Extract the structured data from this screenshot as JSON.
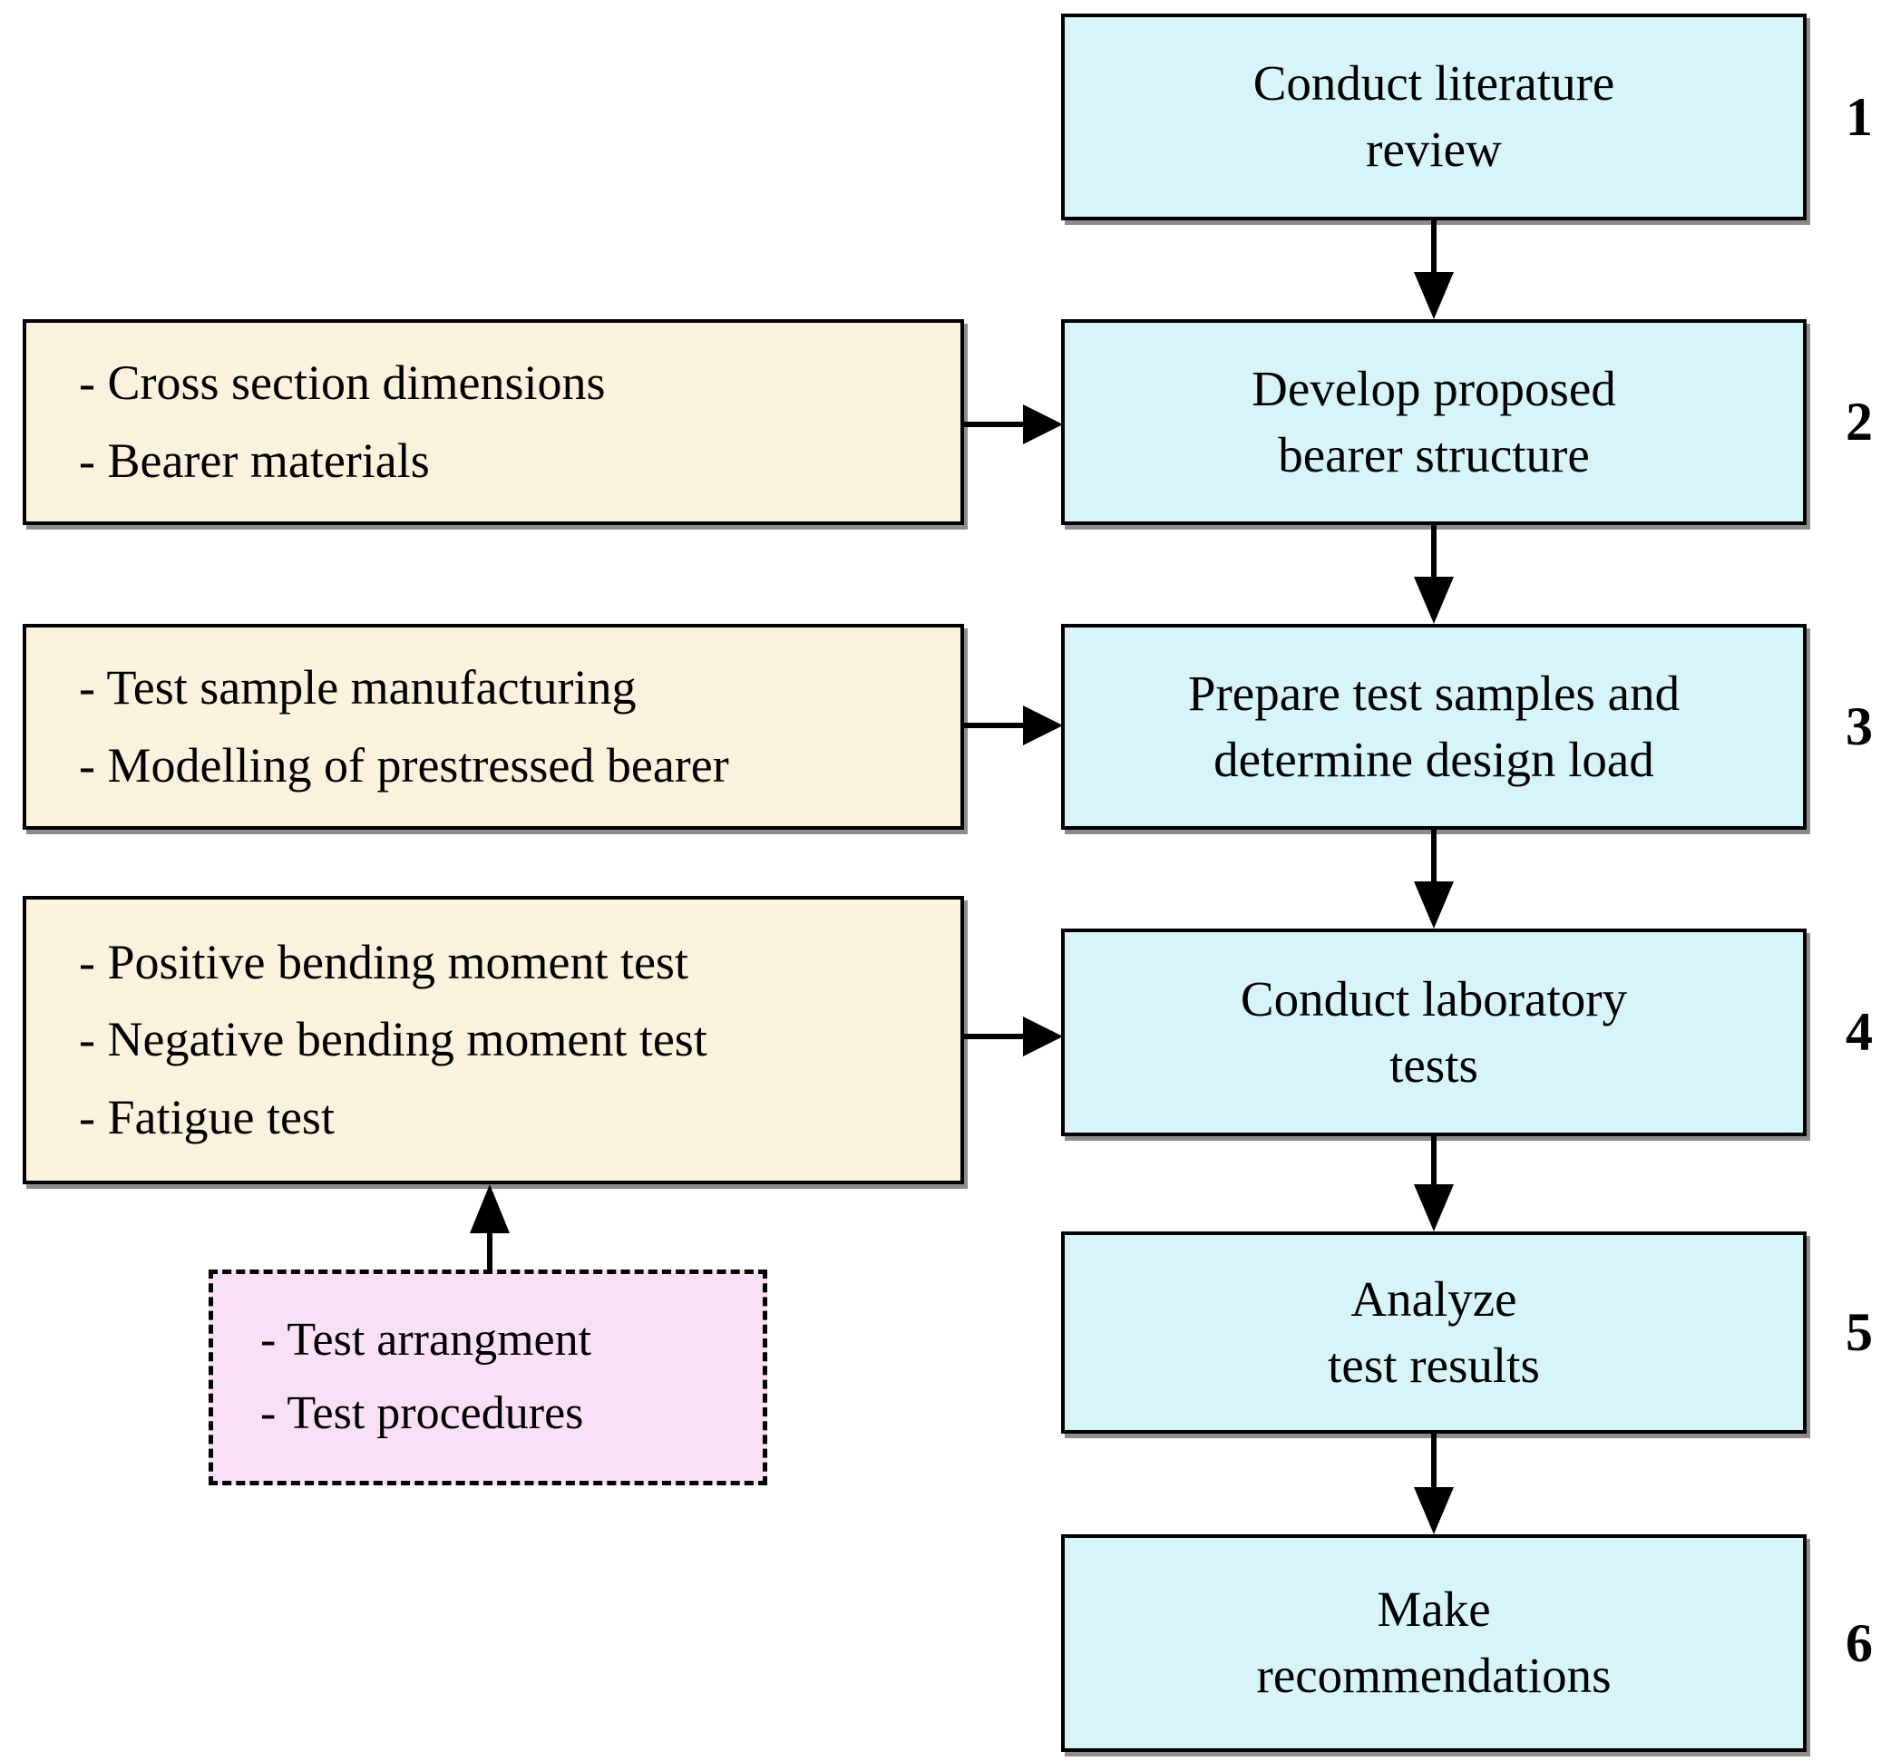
{
  "diagram": {
    "steps": [
      {
        "number": "1",
        "label": "Conduct literature\nreview"
      },
      {
        "number": "2",
        "label": "Develop proposed\nbearer structure"
      },
      {
        "number": "3",
        "label": "Prepare test samples and\ndetermine design load"
      },
      {
        "number": "4",
        "label": "Conduct laboratory\ntests"
      },
      {
        "number": "5",
        "label": "Analyze\ntest results"
      },
      {
        "number": "6",
        "label": "Make\nrecommendations"
      }
    ],
    "inputs": [
      {
        "feeds_step": "2",
        "lines": [
          "- Cross section dimensions",
          "- Bearer materials"
        ]
      },
      {
        "feeds_step": "3",
        "lines": [
          "- Test sample manufacturing",
          "- Modelling of prestressed bearer"
        ]
      },
      {
        "feeds_step": "4",
        "lines": [
          "- Positive bending moment test",
          "- Negative bending moment test",
          "- Fatigue test"
        ]
      }
    ],
    "aux_box": {
      "feeds": "laboratory-tests-input",
      "lines": [
        "- Test arrangment",
        "- Test procedures"
      ]
    },
    "colors": {
      "step_fill": "#d7f4f8",
      "input_fill": "#fbf2de",
      "aux_fill": "#fae0f7",
      "border": "#000000",
      "text": "#000000",
      "shadow": "#8c8c8c"
    }
  }
}
